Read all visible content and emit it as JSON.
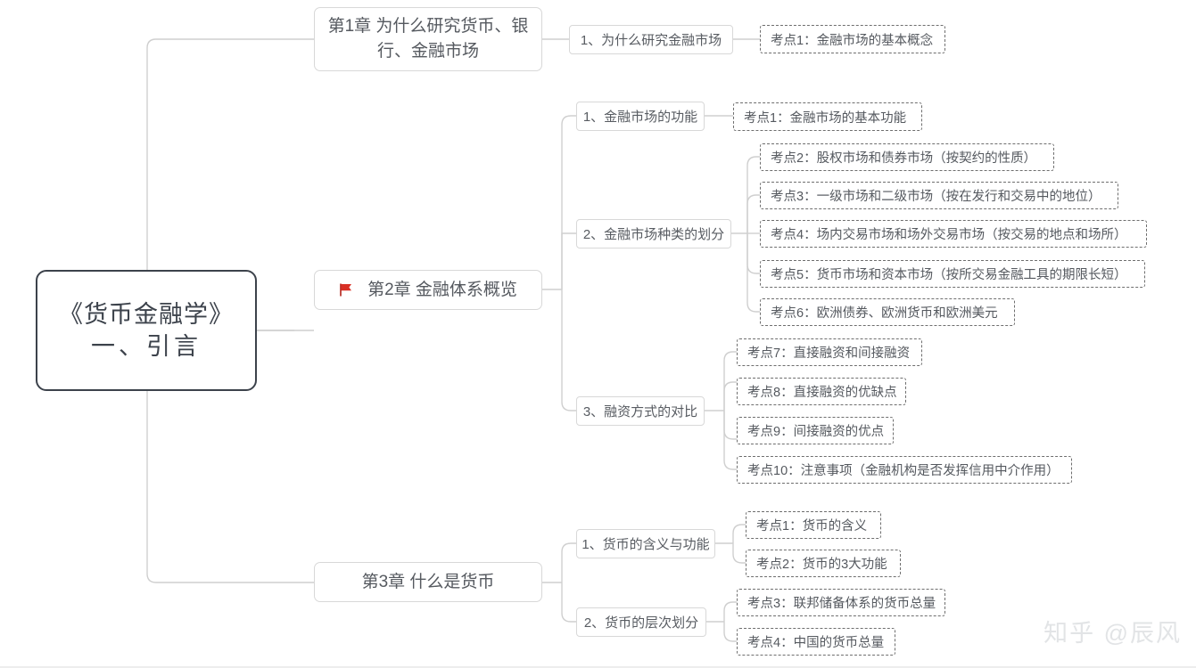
{
  "watermark": "知乎 @辰风",
  "root": {
    "line1": "《货币金融学》",
    "line2": "一、引言"
  },
  "chapters": [
    {
      "id": "ch1",
      "label": "第1章 为什么研究货币、银行、金融市场",
      "lines": [
        "第1章 为什么研究货币、银",
        "行、金融市场"
      ],
      "flag": false,
      "subs": [
        {
          "label": "1、为什么研究金融市场",
          "leaves": [
            "考点1：金融市场的基本概念"
          ]
        }
      ]
    },
    {
      "id": "ch2",
      "label": "第2章 金融体系概览",
      "lines": [
        "第2章 金融体系概览"
      ],
      "flag": true,
      "flag_icon": "red-flag-icon",
      "flag_color": "#d93025",
      "subs": [
        {
          "label": "1、金融市场的功能",
          "leaves": [
            "考点1：金融市场的基本功能"
          ]
        },
        {
          "label": "2、金融市场种类的划分",
          "leaves": [
            "考点2：股权市场和债券市场（按契约的性质）",
            "考点3：一级市场和二级市场（按在发行和交易中的地位）",
            "考点4：场内交易市场和场外交易市场（按交易的地点和场所）",
            "考点5：货币市场和资本市场（按所交易金融工具的期限长短）",
            "考点6：欧洲债券、欧洲货币和欧洲美元"
          ]
        },
        {
          "label": "3、融资方式的对比",
          "leaves": [
            "考点7：直接融资和间接融资",
            "考点8：直接融资的优缺点",
            "考点9：间接融资的优点",
            "考点10：注意事项（金融机构是否发挥信用中介作用）"
          ]
        }
      ]
    },
    {
      "id": "ch3",
      "label": "第3章 什么是货币",
      "lines": [
        "第3章 什么是货币"
      ],
      "flag": false,
      "subs": [
        {
          "label": "1、货币的含义与功能",
          "leaves": [
            "考点1：货币的含义",
            "考点2：货币的3大功能"
          ]
        },
        {
          "label": "2、货币的层次划分",
          "leaves": [
            "考点3：联邦储备体系的货币总量",
            "考点4：中国的货币总量"
          ]
        }
      ]
    }
  ],
  "colors": {
    "root_border": "#3c424b",
    "box_border": "#d8d8d8",
    "leaf_border": "#6e6e6e",
    "line": "#cfcfcf",
    "text": "#55595f",
    "watermark": "#e2e4e6"
  }
}
